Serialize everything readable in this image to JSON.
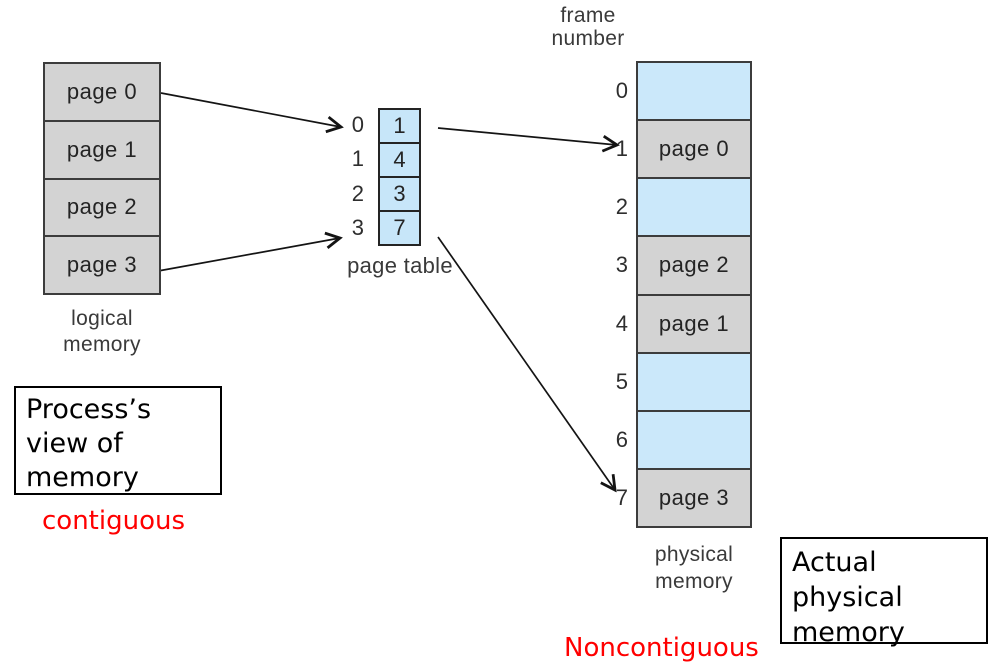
{
  "logical_memory": {
    "pages": [
      "page 0",
      "page 1",
      "page 2",
      "page 3"
    ],
    "caption": [
      "logical",
      "memory"
    ]
  },
  "page_table": {
    "caption": "page table",
    "rows": [
      {
        "index": "0",
        "value": "1"
      },
      {
        "index": "1",
        "value": "4"
      },
      {
        "index": "2",
        "value": "3"
      },
      {
        "index": "3",
        "value": "7"
      }
    ]
  },
  "physical_memory": {
    "header": [
      "frame",
      "number"
    ],
    "caption": [
      "physical",
      "memory"
    ],
    "frames": [
      {
        "number": "0",
        "content": ""
      },
      {
        "number": "1",
        "content": "page 0"
      },
      {
        "number": "2",
        "content": ""
      },
      {
        "number": "3",
        "content": "page 2"
      },
      {
        "number": "4",
        "content": "page 1"
      },
      {
        "number": "5",
        "content": ""
      },
      {
        "number": "6",
        "content": ""
      },
      {
        "number": "7",
        "content": "page 3"
      }
    ]
  },
  "annotations": {
    "process_view_lines": [
      "Process’s",
      "view of",
      "memory"
    ],
    "contiguous_label": "contiguous",
    "actual_physical_lines": [
      "Actual",
      "physical",
      "memory"
    ],
    "noncontiguous_label": "Noncontiguous"
  },
  "colors": {
    "page_fill": "#d3d3d3",
    "free_frame_fill": "#cbe8fa",
    "table_fill": "#c7e6f9",
    "red_label": "#ff0000"
  }
}
